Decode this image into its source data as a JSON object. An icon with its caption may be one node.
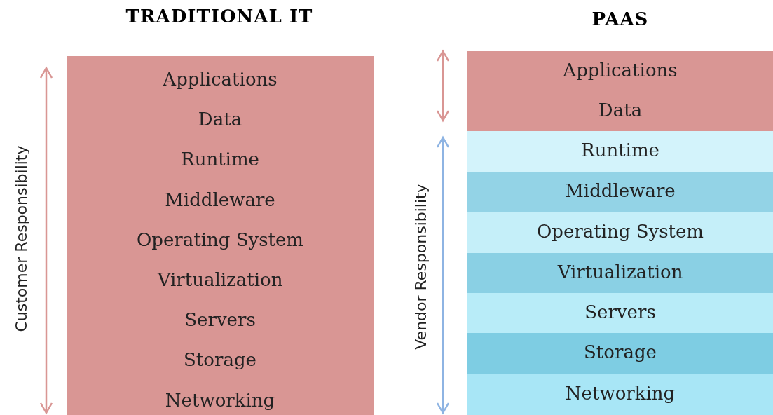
{
  "diagram": {
    "nodes": [
      {
        "text": [
          "TRADITIONAL IT",
          "Applications",
          "Data",
          "Runtime",
          "Middleware",
          "Operating System",
          "Virtualization",
          "Servers",
          "Storage",
          "Networking"
        ]
      },
      {
        "text": [
          "PAAS"
        ]
      },
      {
        "text": [
          "Applications",
          "Data"
        ],
        "in": 1
      },
      {
        "text": [
          "Runtime"
        ],
        "in": 1
      },
      {
        "text": [
          "Middleware"
        ],
        "in": 1
      },
      {
        "text": [
          "Operating System"
        ],
        "in": 1
      },
      {
        "text": [
          "Virtualization"
        ],
        "in": 1
      },
      {
        "text": [
          "Servers"
        ],
        "in": 1
      },
      {
        "text": [
          "Storage"
        ],
        "in": 1
      },
      {
        "text": [
          "Networking"
        ],
        "in": 1
      }
    ],
    "labels": [
      "Customer Responsibility",
      "Vendor Responsibility"
    ]
  }
}
